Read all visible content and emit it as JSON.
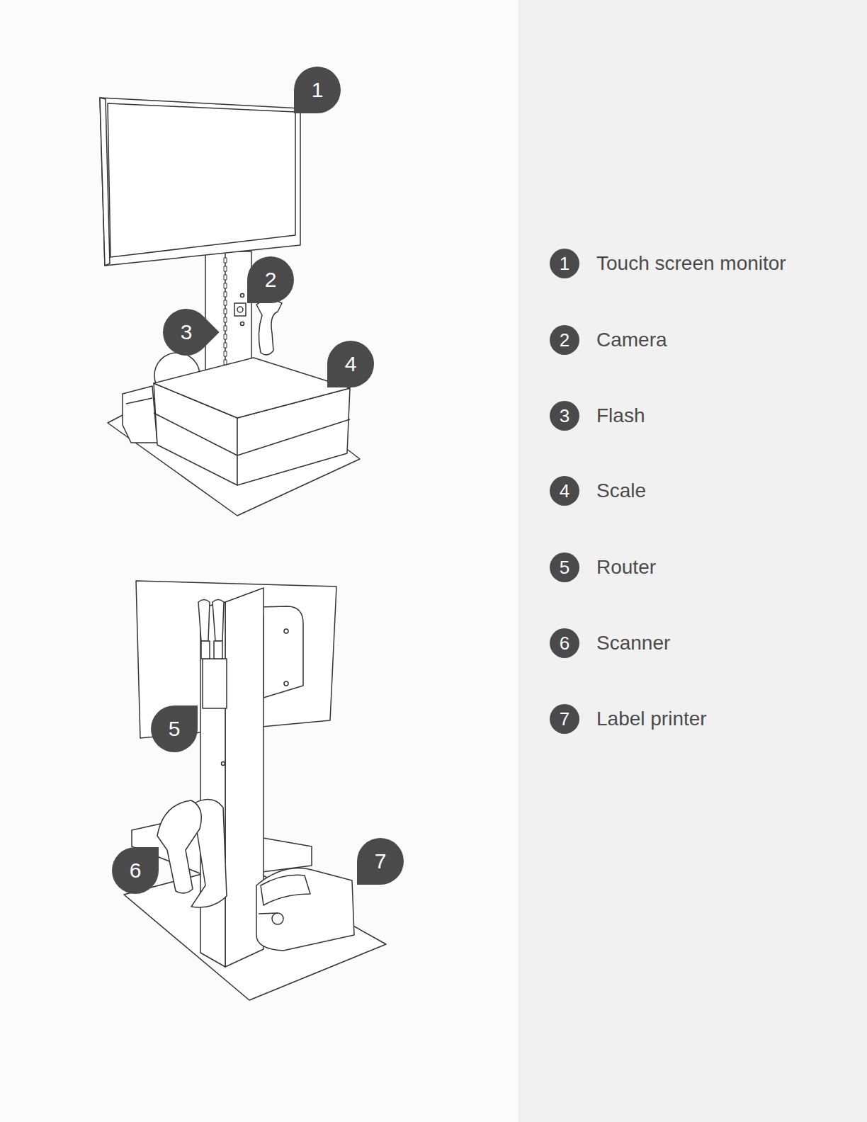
{
  "diagram": {
    "nodes": [
      {
        "text": [
          "1"
        ]
      },
      {
        "text": [
          "2"
        ]
      },
      {
        "text": [
          "3"
        ]
      },
      {
        "text": [
          "4"
        ]
      },
      {
        "text": [
          "5"
        ]
      },
      {
        "text": [
          "6"
        ]
      },
      {
        "text": [
          "7"
        ]
      },
      {
        "text": [
          "1",
          "Touch screen monitor"
        ]
      },
      {
        "text": [
          "2",
          "Camera"
        ]
      },
      {
        "text": [
          "3",
          "Flash"
        ]
      },
      {
        "text": [
          "4",
          "Scale"
        ]
      },
      {
        "text": [
          "5",
          "Router"
        ]
      },
      {
        "text": [
          "6",
          "Scanner"
        ]
      },
      {
        "text": [
          "7",
          "Label printer"
        ]
      }
    ]
  }
}
